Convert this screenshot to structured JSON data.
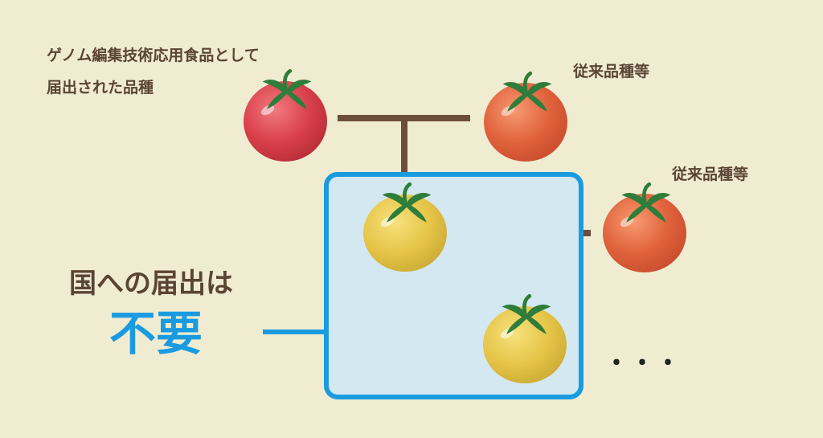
{
  "labels": {
    "genome_line1": "ゲノム編集技術応用食品として",
    "genome_line2": "届出された品種",
    "conventional_1": "従来品種等",
    "conventional_2": "従来品種等",
    "notice_line1": "国への届出は",
    "notice_line2": "不要",
    "ellipsis": "・・・"
  },
  "colors": {
    "background": "#f0ecd2",
    "text": "#5a4535",
    "accent_blue": "#1a9be0",
    "box_fill": "#d3e8f1",
    "line": "#6b4f3c",
    "tomato_red": "#d9404a",
    "tomato_orange": "#e0623c",
    "tomato_yellow": "#e6c548",
    "leaf": "#2e7d3a"
  },
  "icons": [
    "tomato-icon"
  ]
}
